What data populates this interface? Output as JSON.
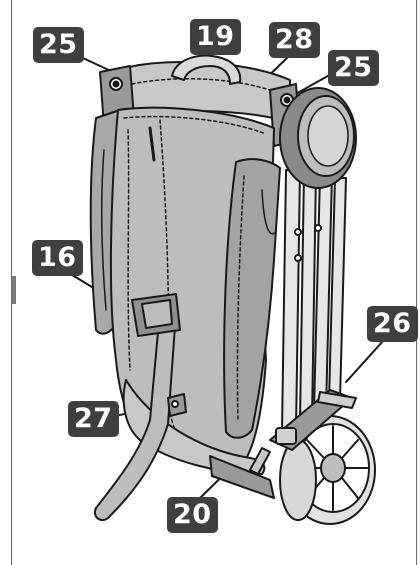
{
  "callouts": {
    "c25_left": "25",
    "c19": "19",
    "c28": "28",
    "c25_right": "25",
    "c16": "16",
    "c26": "26",
    "c27": "27",
    "c20": "20"
  },
  "colors": {
    "callout_bg": "#3f3f3f",
    "callout_text": "#ffffff",
    "fabric": "#bdbdbd",
    "fabric_shadow": "#9a9a9a",
    "frame": "#7a7a7a",
    "outline": "#1a1a1a"
  }
}
